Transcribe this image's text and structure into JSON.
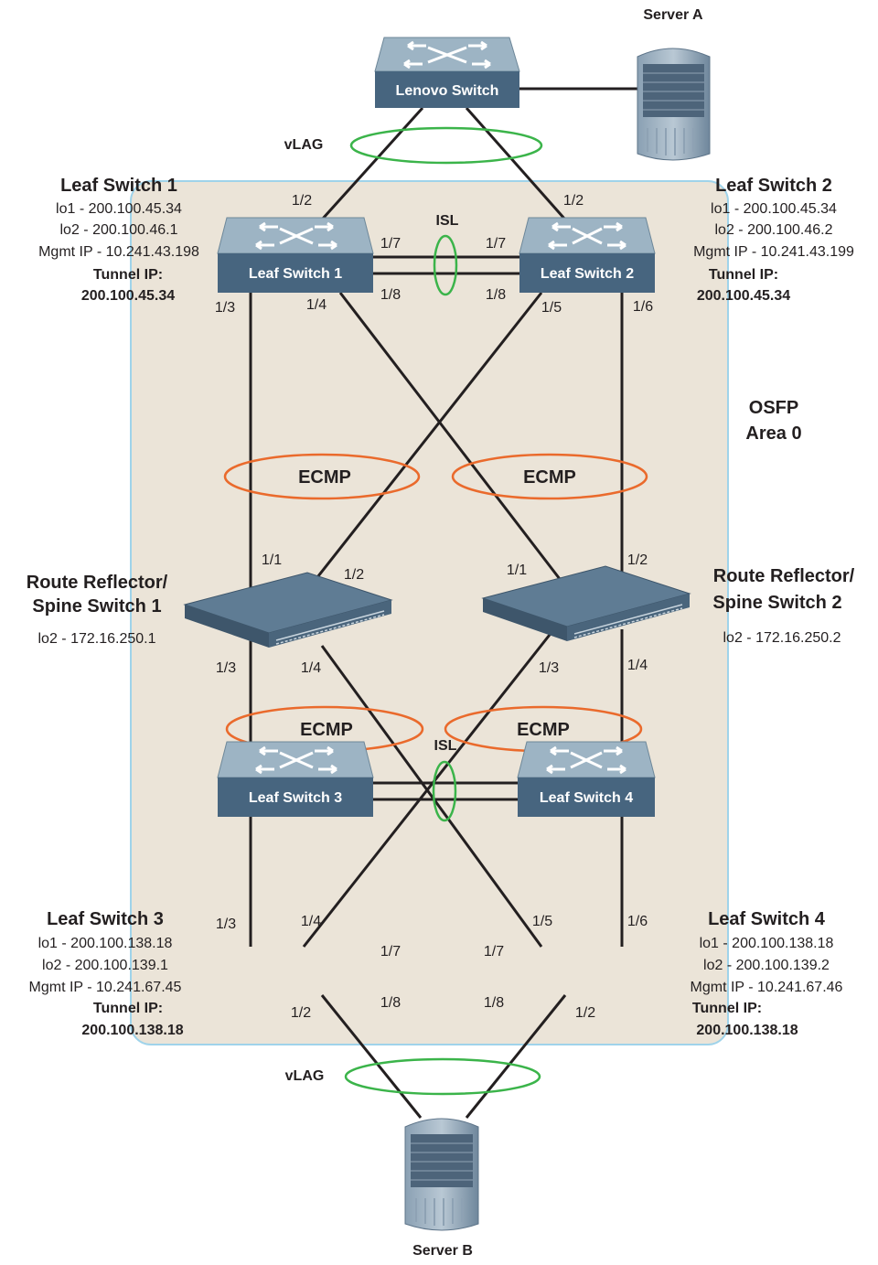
{
  "colors": {
    "area_fill": "#ebe4d8",
    "area_border": "#9fd3ea",
    "switch_body": "#47657f",
    "switch_top": "#9db4c4",
    "link": "#231f20",
    "lag_ellipse": "#3bb44a",
    "ecmp_ellipse": "#ea6a2c"
  },
  "icons": [
    "switch-icon",
    "server-icon",
    "spine-switch-icon"
  ],
  "servers": {
    "a": {
      "label": "Server A"
    },
    "b": {
      "label": "Server B"
    }
  },
  "lenovo_switch": {
    "label": "Lenovo Switch"
  },
  "area": {
    "line1": "OSFP",
    "line2": "Area 0"
  },
  "leafs": [
    {
      "title": "Leaf Switch 1",
      "lo1": "lo1 - 200.100.45.34",
      "lo2": "lo2 - 200.100.46.1",
      "mgmt": "Mgmt IP - 10.241.43.198",
      "tunnel_label": "Tunnel IP:",
      "tunnel_ip": "200.100.45.34",
      "icon_label": "Leaf Switch 1"
    },
    {
      "title": "Leaf Switch 2",
      "lo1": "lo1 - 200.100.45.34",
      "lo2": "lo2 - 200.100.46.2",
      "mgmt": "Mgmt IP - 10.241.43.199",
      "tunnel_label": "Tunnel IP:",
      "tunnel_ip": "200.100.45.34",
      "icon_label": "Leaf Switch 2"
    },
    {
      "title": "Leaf Switch 3",
      "lo1": "lo1 - 200.100.138.18",
      "lo2": "lo2 - 200.100.139.1",
      "mgmt": "Mgmt IP - 10.241.67.45",
      "tunnel_label": "Tunnel IP:",
      "tunnel_ip": "200.100.138.18",
      "icon_label": "Leaf Switch 3"
    },
    {
      "title": "Leaf Switch 4",
      "lo1": "lo1 - 200.100.138.18",
      "lo2": "lo2 - 200.100.139.2",
      "mgmt": "Mgmt IP - 10.241.67.46",
      "tunnel_label": "Tunnel IP:",
      "tunnel_ip": "200.100.138.18",
      "icon_label": "Leaf Switch 4"
    }
  ],
  "spines": [
    {
      "title_line1": "Route Reflector/",
      "title_line2": "Spine Switch 1",
      "lo2": "lo2 - 172.16.250.1"
    },
    {
      "title_line1": "Route Reflector/",
      "title_line2": "Spine Switch 2",
      "lo2": "lo2 - 172.16.250.2"
    }
  ],
  "labels": {
    "vlag": "vLAG",
    "isl": "ISL",
    "ecmp": "ECMP"
  },
  "ports": {
    "p1_2": "1/2",
    "p1_3": "1/3",
    "p1_4": "1/4",
    "p1_5": "1/5",
    "p1_6": "1/6",
    "p1_7": "1/7",
    "p1_8": "1/8",
    "p1_1": "1/1"
  }
}
